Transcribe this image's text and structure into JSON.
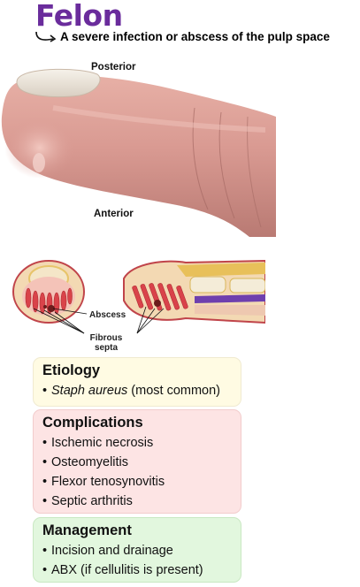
{
  "header": {
    "title": "Felon",
    "subtitle": "A severe infection or abscess of the pulp space"
  },
  "photo": {
    "top_label": "Posterior",
    "bottom_label": "Anterior"
  },
  "diagram": {
    "abscess_label": "Abscess",
    "septa_label_line1": "Fibrous",
    "septa_label_line2": "septa"
  },
  "etiology": {
    "heading": "Etiology",
    "items": [
      {
        "italic": "Staph aureus",
        "rest": " (most common)"
      }
    ]
  },
  "complications": {
    "heading": "Complications",
    "items": [
      "Ischemic necrosis",
      "Osteomyelitis",
      "Flexor tenosynovitis",
      "Septic arthritis"
    ]
  },
  "management": {
    "heading": "Management",
    "items": [
      "Incision and drainage",
      "ABX (if cellulitis is present)"
    ]
  },
  "colors": {
    "title": "#6a2c9c",
    "etiology_bg": "#fffbe3",
    "complications_bg": "#fde4e4",
    "management_bg": "#e2f7de"
  }
}
